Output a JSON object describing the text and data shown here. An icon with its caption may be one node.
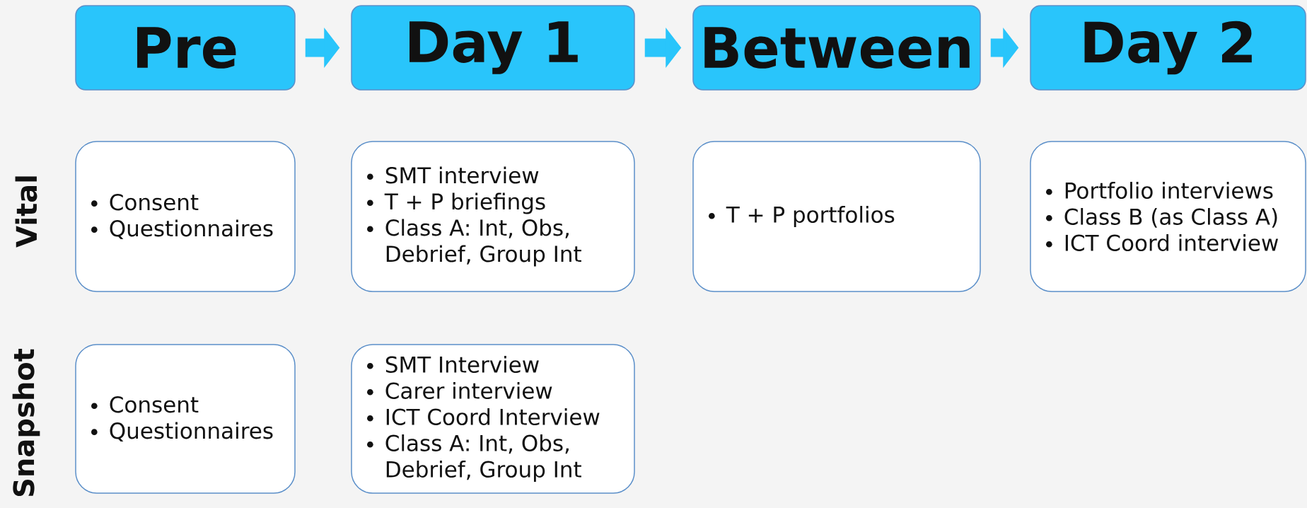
{
  "diagram": {
    "nodes": [
      {
        "text": [
          "Pre"
        ]
      },
      {
        "text": [
          "Day 1"
        ]
      },
      {
        "text": [
          "Between"
        ]
      },
      {
        "text": [
          "Day 2"
        ]
      },
      {
        "text": [
          "Consent",
          "Questionnaires"
        ]
      },
      {
        "text": [
          "SMT interview",
          "T + P briefings",
          "Class A: Int, Obs, Debrief, Group Int"
        ]
      },
      {
        "text": [
          "T + P portfolios"
        ]
      },
      {
        "text": [
          "Portfolio interviews",
          "Class B (as Class A)",
          "ICT Coord interview"
        ]
      },
      {
        "text": [
          "Consent",
          "Questionnaires"
        ]
      },
      {
        "text": [
          "SMT Interview",
          "Carer interview",
          "ICT Coord Interview",
          "Class A: Int, Obs, Debrief, Group Int"
        ]
      }
    ],
    "edges": [
      {
        "from": 0,
        "to": 1,
        "arrow": "to"
      },
      {
        "from": 1,
        "to": 2,
        "arrow": "to"
      },
      {
        "from": 2,
        "to": 3,
        "arrow": "to"
      }
    ],
    "labels": [
      "Vital",
      "Snapshot"
    ]
  }
}
